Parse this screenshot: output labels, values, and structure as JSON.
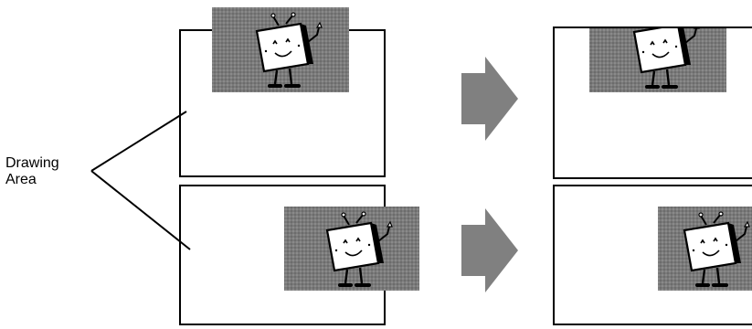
{
  "label": {
    "line1": "Drawing",
    "line2": "Area"
  },
  "colors": {
    "frame": "#000000",
    "image_bg": "#777777",
    "arrow": "#808080",
    "character_fill": "#ffffff"
  },
  "icons": {
    "character": "tv-robot-character",
    "arrow": "right-arrow"
  }
}
